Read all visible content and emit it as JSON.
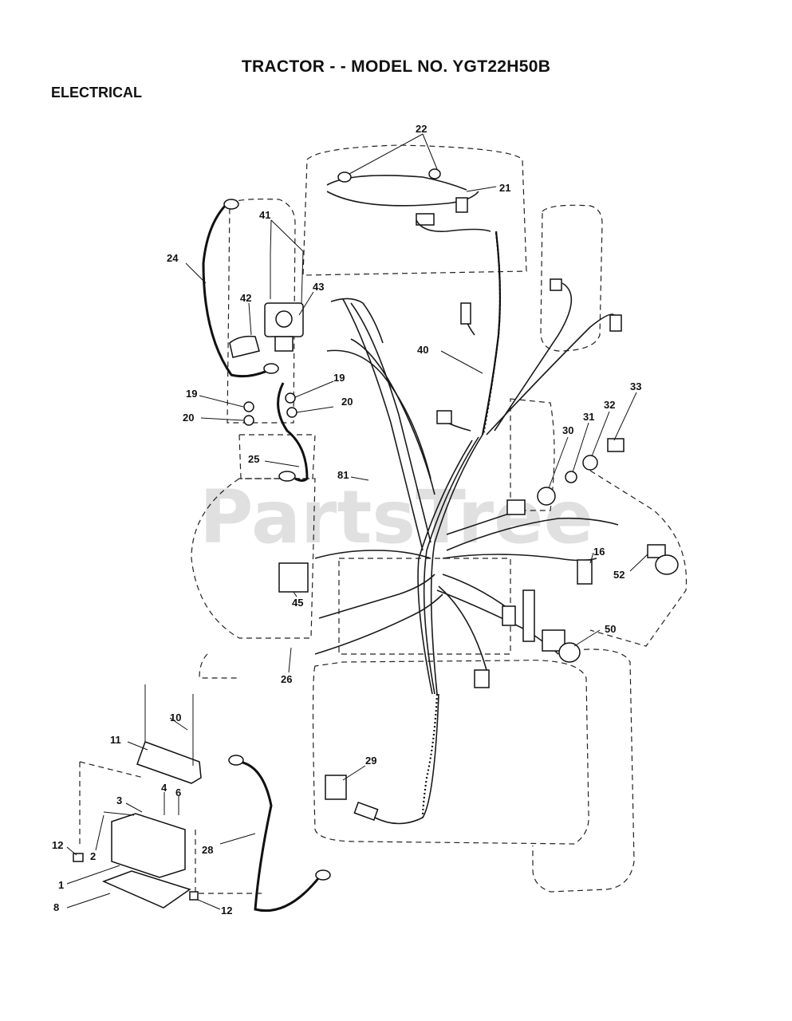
{
  "header": {
    "title": "TRACTOR - - MODEL NO. YGT22H50B",
    "section": "ELECTRICAL"
  },
  "watermark": "PartsTree",
  "callouts": [
    "22",
    "21",
    "41",
    "24",
    "42",
    "43",
    "40",
    "19",
    "19",
    "20",
    "20",
    "33",
    "32",
    "31",
    "30",
    "25",
    "81",
    "16",
    "52",
    "45",
    "50",
    "26",
    "10",
    "11",
    "29",
    "3",
    "4",
    "6",
    "12",
    "2",
    "28",
    "1",
    "8",
    "12"
  ]
}
